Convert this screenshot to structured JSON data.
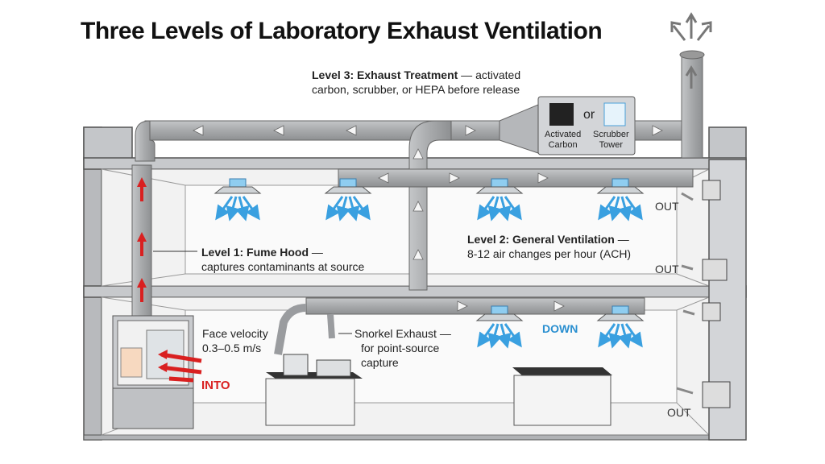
{
  "title": "Three Levels of Laboratory Exhaust Ventilation",
  "level3": {
    "heading": "Level 3: Exhaust Treatment",
    "desc_line1": " — activated",
    "desc_line2": "carbon, scrubber, or HEPA before release",
    "carbon_label_1": "Activated",
    "carbon_label_2": "Carbon",
    "or_text": "or",
    "scrubber_label_1": "Scrubber",
    "scrubber_label_2": "Tower"
  },
  "level1": {
    "heading": "Level 1: Fume Hood",
    "heading_suffix": " —",
    "desc": "captures contaminants at source",
    "face_velocity_1": "Face velocity",
    "face_velocity_2": "0.3–0.5 m/s",
    "into": "INTO"
  },
  "level2": {
    "heading": "Level 2: General Ventilation",
    "heading_suffix": " —",
    "desc": "8-12 air changes per hour (ACH)",
    "down": "DOWN"
  },
  "snorkel": {
    "line1": "Snorkel Exhaust —",
    "line2": "for point-source",
    "line3": "capture"
  },
  "outlets": [
    "OUT",
    "OUT",
    "OUT"
  ],
  "colors": {
    "duct": "#a9abad",
    "duct_dark": "#7d7f82",
    "wall": "#c7c9cc",
    "interior": "#f4f4f4",
    "diffuser_blue": "#3aa0e0",
    "hood_red": "#d92020"
  }
}
